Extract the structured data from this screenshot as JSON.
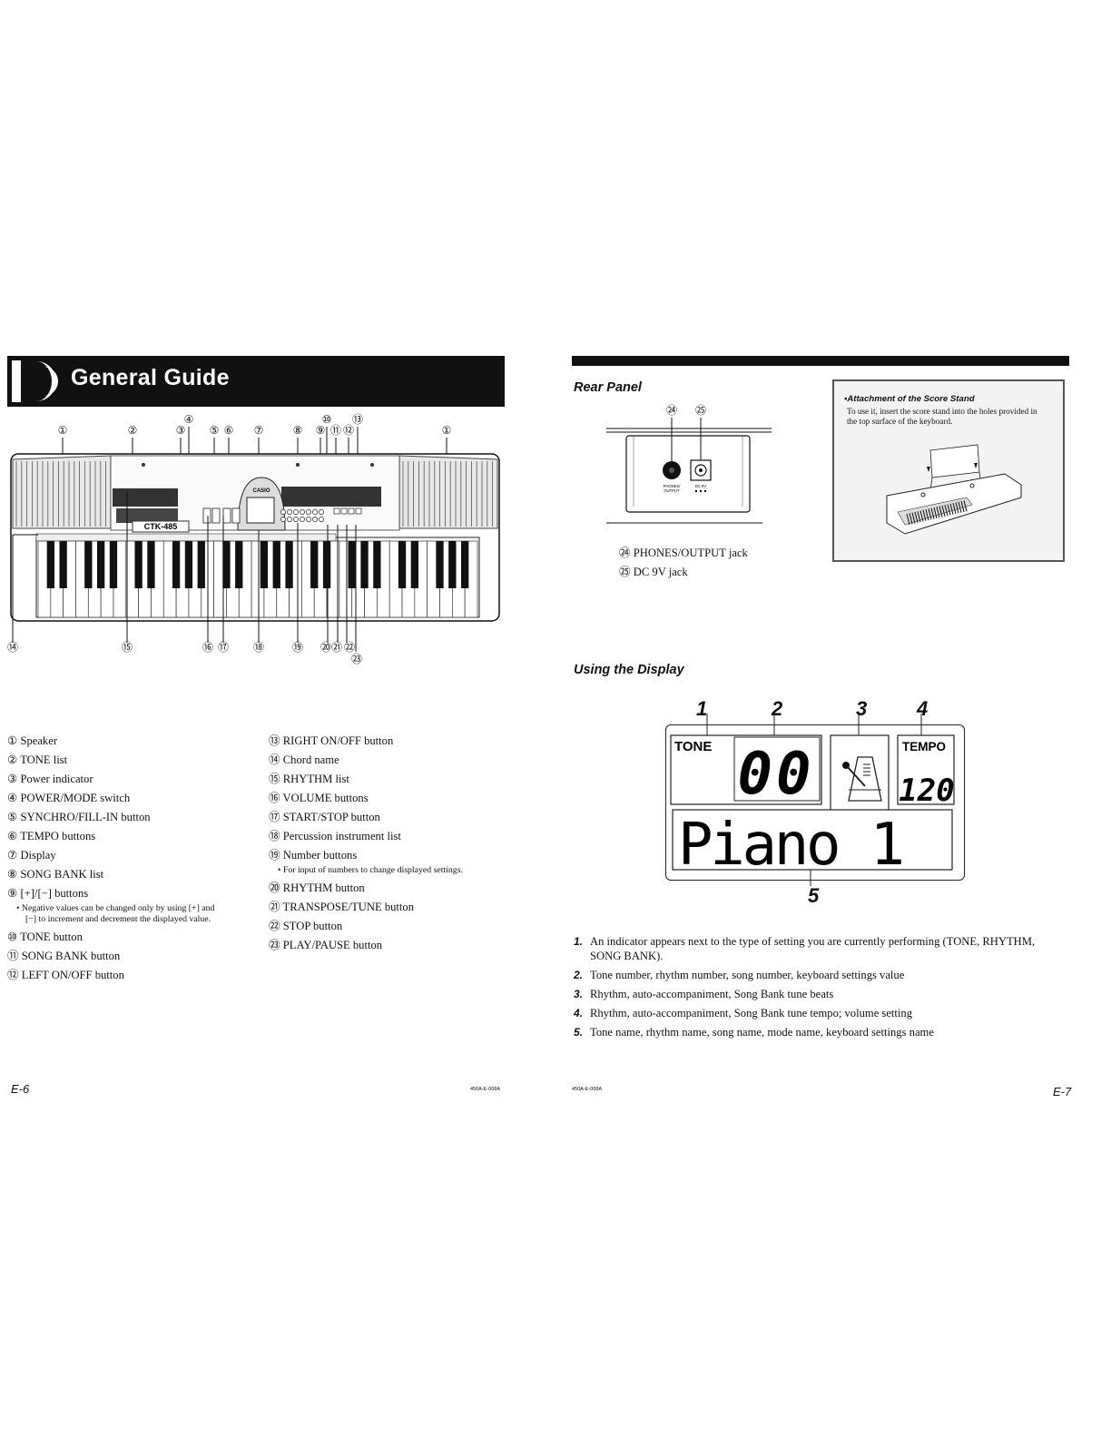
{
  "left_page": {
    "section_title": "General Guide",
    "callouts_top": [
      "①",
      "②",
      "③",
      "④",
      "⑤",
      "⑥",
      "⑦",
      "⑧",
      "⑨",
      "⑩",
      "⑪",
      "⑫",
      "⑬",
      "①"
    ],
    "callouts_bottom": [
      "⑭",
      "⑮",
      "⑯",
      "⑰",
      "⑱",
      "⑲",
      "⑳",
      "㉑",
      "㉒",
      "㉓"
    ],
    "keyboard_brand": "CASIO",
    "keyboard_model": "CTK-485",
    "legend_col1": [
      {
        "num": "①",
        "label": "Speaker"
      },
      {
        "num": "②",
        "label": "TONE list"
      },
      {
        "num": "③",
        "label": "Power indicator"
      },
      {
        "num": "④",
        "label": "POWER/MODE switch"
      },
      {
        "num": "⑤",
        "label": "SYNCHRO/FILL-IN button"
      },
      {
        "num": "⑥",
        "label": "TEMPO buttons"
      },
      {
        "num": "⑦",
        "label": "Display"
      },
      {
        "num": "⑧",
        "label": "SONG BANK list"
      },
      {
        "num": "⑨",
        "label": "[+]/[−] buttons"
      },
      {
        "num": "⑩",
        "label": "TONE button"
      },
      {
        "num": "⑪",
        "label": "SONG BANK button"
      },
      {
        "num": "⑫",
        "label": "LEFT ON/OFF button"
      }
    ],
    "note_9_line1": "• Negative values can be changed only by using [+] and",
    "note_9_line2": "[−] to increment and decrement the displayed value.",
    "legend_col2": [
      {
        "num": "⑬",
        "label": "RIGHT ON/OFF button"
      },
      {
        "num": "⑭",
        "label": "Chord name"
      },
      {
        "num": "⑮",
        "label": "RHYTHM list"
      },
      {
        "num": "⑯",
        "label": "VOLUME buttons"
      },
      {
        "num": "⑰",
        "label": "START/STOP button"
      },
      {
        "num": "⑱",
        "label": "Percussion instrument list"
      },
      {
        "num": "⑲",
        "label": "Number buttons"
      },
      {
        "num": "⑳",
        "label": "RHYTHM button"
      },
      {
        "num": "㉑",
        "label": "TRANSPOSE/TUNE button"
      },
      {
        "num": "㉒",
        "label": "STOP button"
      },
      {
        "num": "㉓",
        "label": "PLAY/PAUSE button"
      }
    ],
    "note_19": "• For input of numbers to change displayed settings.",
    "page_number": "E-6",
    "doc_code": "450A-E-008A"
  },
  "right_page": {
    "rear_panel_title": "Rear Panel",
    "rear_callouts": [
      "㉔",
      "㉕"
    ],
    "jack_label_1a": "PHONES/",
    "jack_label_1b": "OUTPUT",
    "jack_label_2": "DC 9V",
    "rear_items": [
      {
        "num": "㉔",
        "label": "PHONES/OUTPUT jack"
      },
      {
        "num": "㉕",
        "label": "DC 9V jack"
      }
    ],
    "attach_title": "•Attachment of the Score Stand",
    "attach_text_1": "To use it, insert the score stand into the holes provided in",
    "attach_text_2": "the top surface of the keyboard.",
    "display_title": "Using the Display",
    "display_callouts": [
      "1",
      "2",
      "3",
      "4",
      "5"
    ],
    "lcd": {
      "tone_label": "TONE",
      "number": "00",
      "tempo_label": "TEMPO",
      "tempo_value": "120",
      "text": "Piano 1"
    },
    "display_items": [
      {
        "num": "1.",
        "text": "An indicator appears next to the type of setting you are currently performing (TONE, RHYTHM,"
      },
      {
        "num": "",
        "text": "SONG BANK)."
      },
      {
        "num": "2.",
        "text": "Tone number, rhythm number, song number, keyboard settings value"
      },
      {
        "num": "3.",
        "text": "Rhythm, auto-accompaniment, Song Bank tune beats"
      },
      {
        "num": "4.",
        "text": "Rhythm, auto-accompaniment, Song Bank tune tempo; volume setting"
      },
      {
        "num": "5.",
        "text": "Tone name, rhythm name, song name, mode name, keyboard settings name"
      }
    ],
    "page_number": "E-7",
    "doc_code": "450A-E-008A"
  }
}
